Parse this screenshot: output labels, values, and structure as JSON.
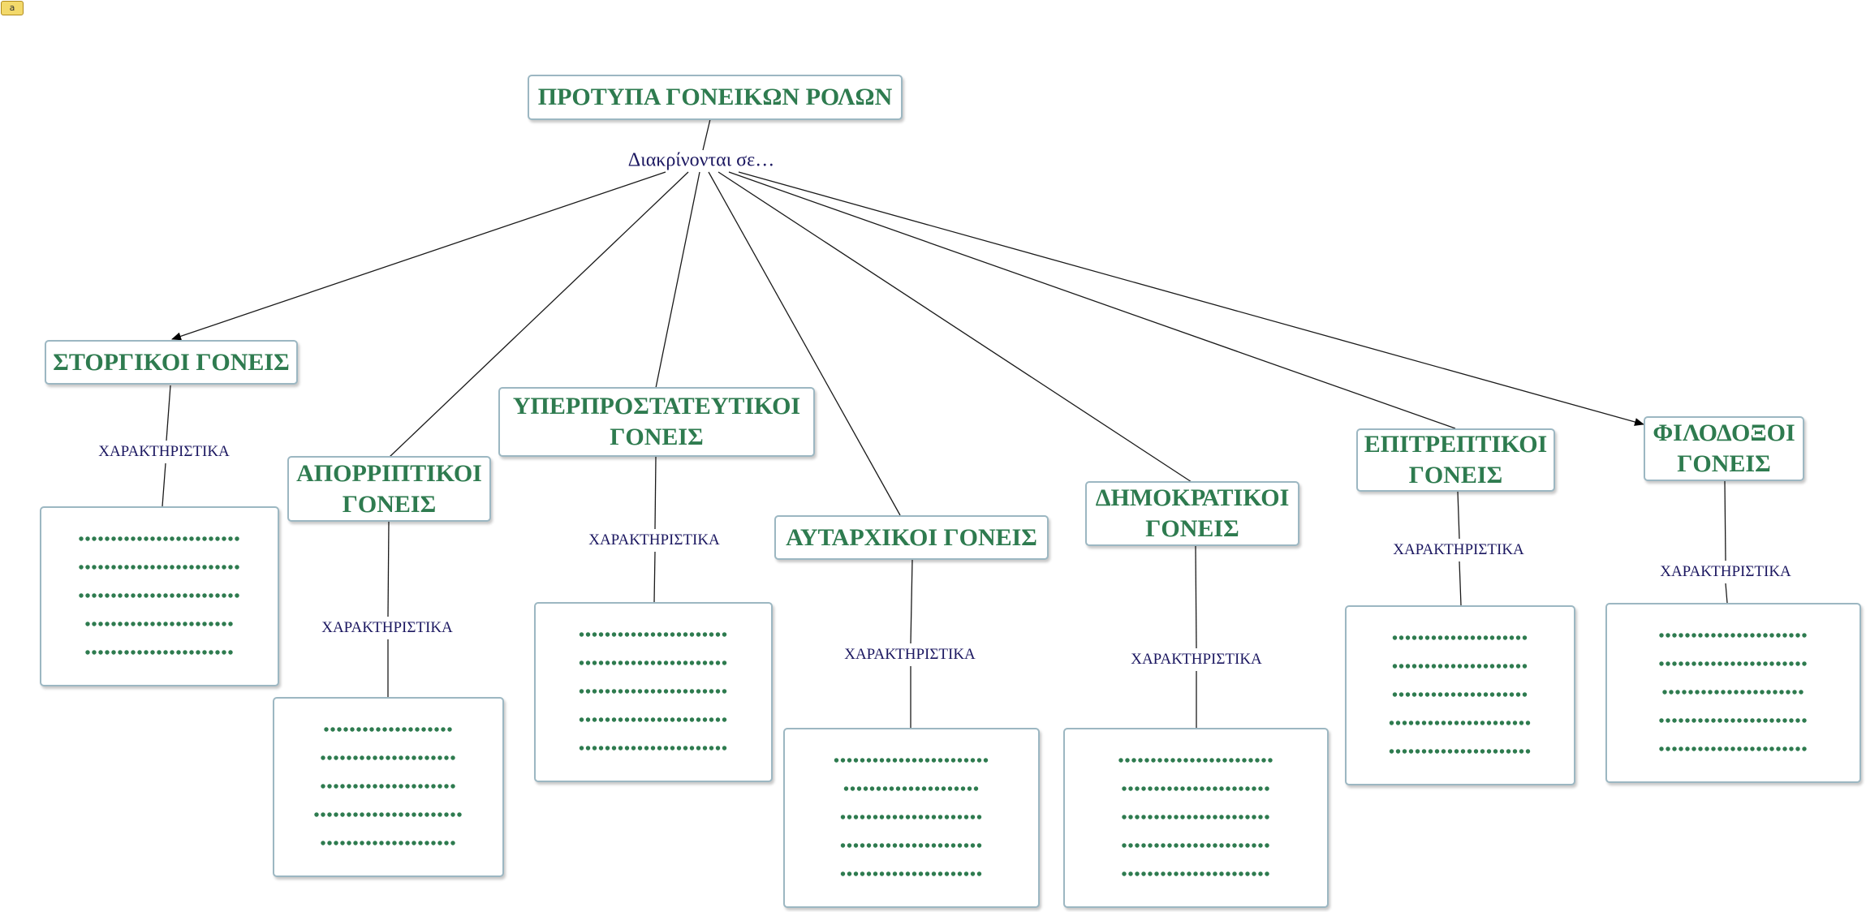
{
  "toolbar": {
    "icon": "concept-map-tool-icon",
    "icon_text": "a"
  },
  "root": {
    "title": "ΠΡΟΤΥΠΑ ΓΟΝΕΙΚΩΝ ΡΟΛΩΝ"
  },
  "link_phrase": "Διακρίνονται σε…",
  "characteristics_label": "ΧΑΡΑΚΤΗΡΙΣΤΙΚΑ",
  "categories": [
    {
      "line1": "ΣΤΟΡΓΙΚΟΙ ΓΟΝΕΙΣ",
      "line2": "",
      "dots": [
        "•••••••••••••••••••••••••",
        "•••••••••••••••••••••••••",
        "•••••••••••••••••••••••••",
        "•••••••••••••••••••••••",
        "•••••••••••••••••••••••"
      ]
    },
    {
      "line1": "ΑΠΟΡΡΙΠΤΙΚΟΙ",
      "line2": "ΓΟΝΕΙΣ",
      "dots": [
        "••••••••••••••••••••",
        "•••••••••••••••••••••",
        "•••••••••••••••••••••",
        "•••••••••••••••••••••••",
        "•••••••••••••••••••••"
      ]
    },
    {
      "line1": "ΥΠΕΡΠΡΟΣΤΑΤΕΥΤΙΚΟΙ",
      "line2": "ΓΟΝΕΙΣ",
      "dots": [
        "•••••••••••••••••••••••",
        "•••••••••••••••••••••••",
        "•••••••••••••••••••••••",
        "•••••••••••••••••••••••",
        "•••••••••••••••••••••••"
      ]
    },
    {
      "line1": "ΑΥΤΑΡΧΙΚΟΙ ΓΟΝΕΙΣ",
      "line2": "",
      "dots": [
        "••••••••••••••••••••••••",
        "•••••••••••••••••••••",
        "••••••••••••••••••••••",
        "••••••••••••••••••••••",
        "••••••••••••••••••••••"
      ]
    },
    {
      "line1": "ΔΗΜΟΚΡΑΤΙΚΟΙ",
      "line2": "ΓΟΝΕΙΣ",
      "dots": [
        "••••••••••••••••••••••••",
        "•••••••••••••••••••••••",
        "•••••••••••••••••••••••",
        "•••••••••••••••••••••••",
        "•••••••••••••••••••••••"
      ]
    },
    {
      "line1": "ΕΠΙΤΡΕΠΤΙΚΟΙ",
      "line2": "ΓΟΝΕΙΣ",
      "dots": [
        "•••••••••••••••••••••",
        "•••••••••••••••••••••",
        "•••••••••••••••••••••",
        "••••••••••••••••••••••",
        "••••••••••••••••••••••"
      ]
    },
    {
      "line1": "ΦΙΛΟΔΟΞΟΙ",
      "line2": "ΓΟΝΕΙΣ",
      "dots": [
        "•••••••••••••••••••••••",
        "•••••••••••••••••••••••",
        "••••••••••••••••••••••",
        "•••••••••••••••••••••••",
        "•••••••••••••••••••••••"
      ]
    }
  ]
}
